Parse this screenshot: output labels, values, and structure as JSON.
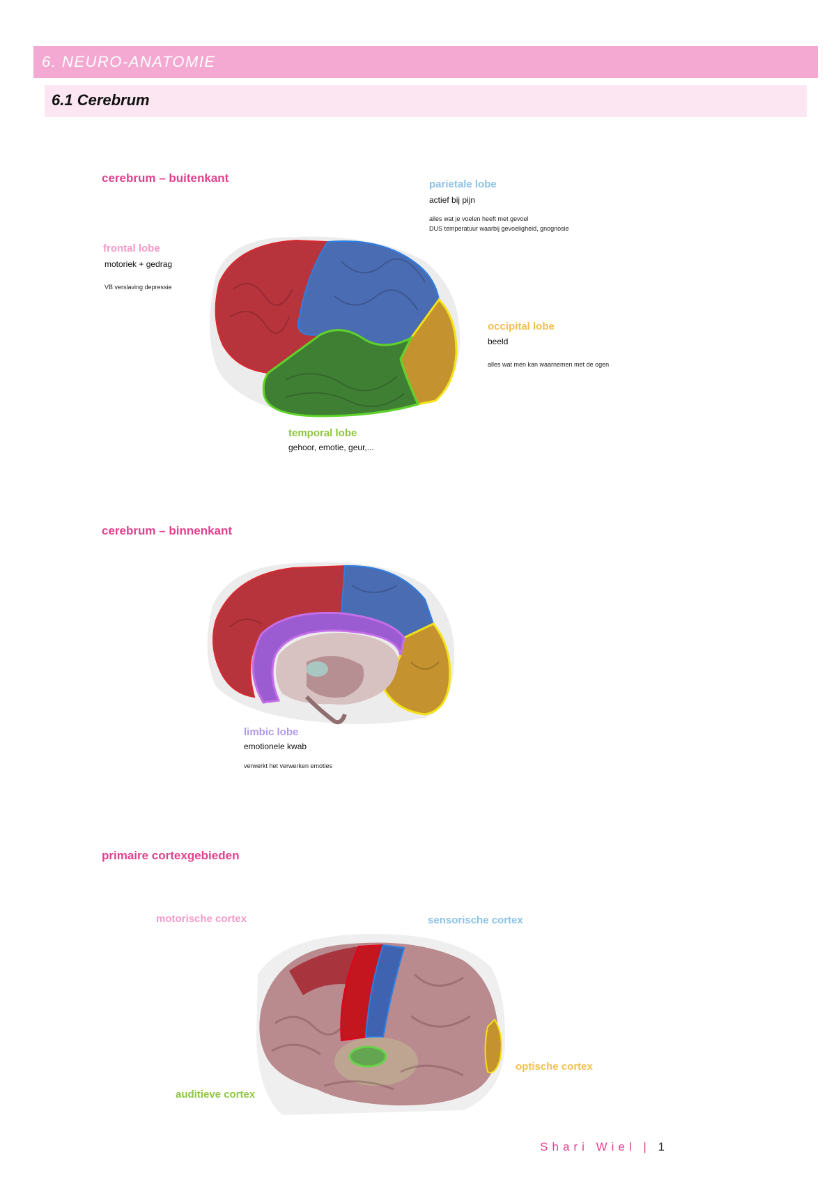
{
  "chapter": {
    "title": "6. NEURO-ANATOMIE"
  },
  "section": {
    "title": "6.1 Cerebrum"
  },
  "outer": {
    "heading": "cerebrum – buitenkant",
    "frontal": {
      "label": "frontal lobe",
      "line1": "motoriek + gedrag",
      "line2": "VB verslaving depressie"
    },
    "parietal": {
      "label": "parietale lobe",
      "line1": "actief bij pijn",
      "line2": "alles wat je voelen heeft met gevoel",
      "line3": "DUS temperatuur waarbij gevoeligheid, gnognosie"
    },
    "occipital": {
      "label": "occipital lobe",
      "line1": "beeld",
      "line2": "alles wat men kan waarnemen met de ogen"
    },
    "temporal": {
      "label": "temporal lobe",
      "line1": "gehoor, emotie, geur,..."
    }
  },
  "inner": {
    "heading": "cerebrum – binnenkant",
    "limbic": {
      "label": "limbic lobe",
      "line1": "emotionele kwab",
      "line2": "verwerkt het verwerken emoties"
    }
  },
  "primary": {
    "heading": "primaire cortexgebieden",
    "motor": "motorische cortex",
    "sensory": "sensorische cortex",
    "optic": "optische cortex",
    "auditory": "auditieve cortex"
  },
  "footer": {
    "author": "Shari Wiel",
    "separator": "|",
    "page": "1"
  },
  "colors": {
    "frontal": "#b8343c",
    "parietal": "#4a6cb3",
    "occipital": "#c4922e",
    "temporal": "#3f7f34",
    "limbic": "#9b5bd1",
    "brain": "#b98a8e"
  }
}
